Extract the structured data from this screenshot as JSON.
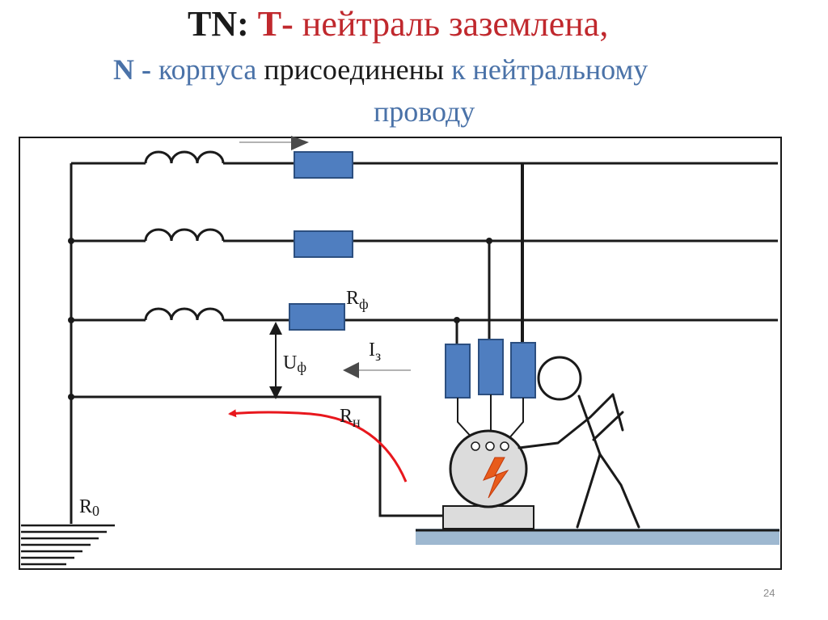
{
  "title": {
    "tn": "TN:",
    "t_letter": "Т-",
    "t_text": "нейтраль заземлена,",
    "n_letter": "N -",
    "n_text1": "корпуса",
    "n_text2": "присоединены",
    "n_text3": "к нейтральному",
    "n_text4": "проводу"
  },
  "labels": {
    "r_phase_main": "R",
    "r_phase_sub": "ф",
    "u_phase_main": "U",
    "u_phase_sub": "ф",
    "i_fault_main": "I",
    "i_fault_sub": "з",
    "r_neutral_main": "R",
    "r_neutral_sub": "н",
    "r_zero_main": "R",
    "r_zero_sub": "0"
  },
  "slide_number": "24",
  "colors": {
    "resistor_fill": "#4f7ec0",
    "resistor_stroke": "#2c4f80",
    "ground_bar": "#9eb8d0",
    "motor_fill": "#dcdcdc",
    "fault_arrow": "#e8171d",
    "lightning": "#e85c1c"
  }
}
